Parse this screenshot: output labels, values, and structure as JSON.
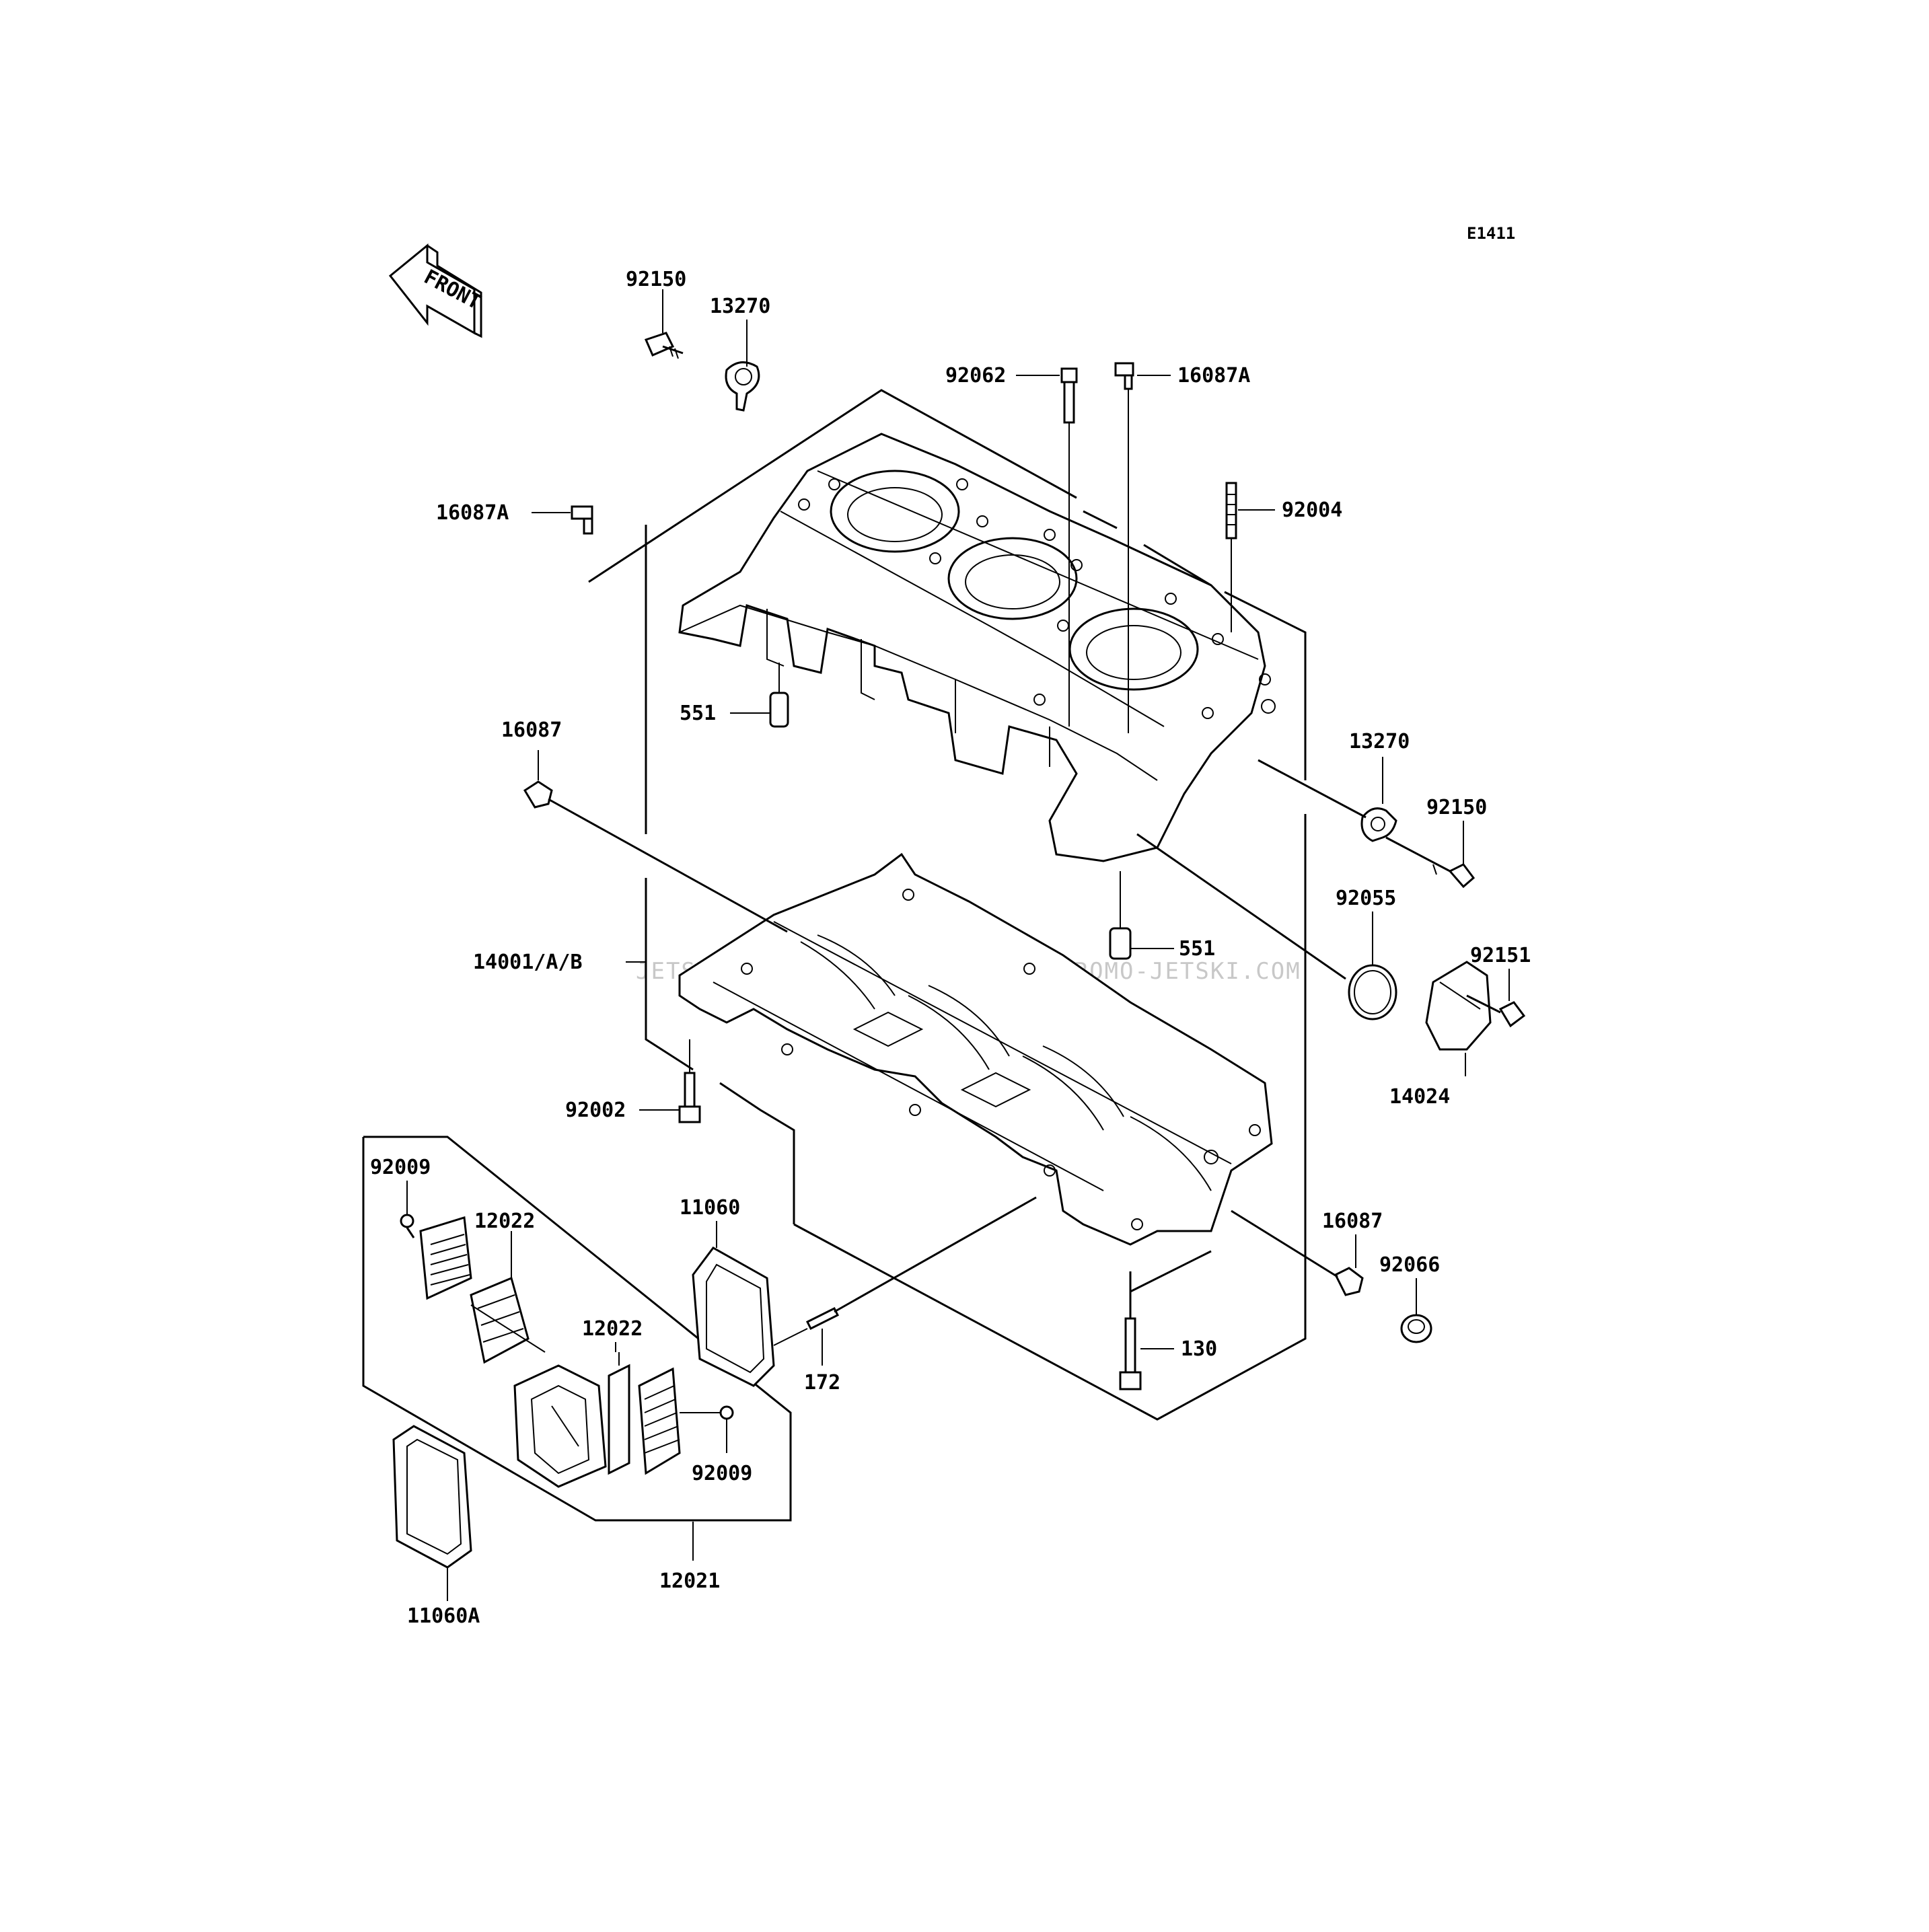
{
  "diagram": {
    "code": "E1411",
    "front_label": "FRONT",
    "watermark": "JETSKI.COM PROMO-JETSKI.COM PROMO-JETSKI.COM",
    "labels": [
      {
        "id": "92150-top",
        "text": "92150"
      },
      {
        "id": "13270-top",
        "text": "13270"
      },
      {
        "id": "92062",
        "text": "92062"
      },
      {
        "id": "16087A-top",
        "text": "16087A"
      },
      {
        "id": "16087A-left",
        "text": "16087A"
      },
      {
        "id": "92004",
        "text": "92004"
      },
      {
        "id": "551-top",
        "text": "551"
      },
      {
        "id": "16087-left",
        "text": "16087"
      },
      {
        "id": "13270-right",
        "text": "13270"
      },
      {
        "id": "92150-right",
        "text": "92150"
      },
      {
        "id": "92055",
        "text": "92055"
      },
      {
        "id": "551-mid",
        "text": "551"
      },
      {
        "id": "92151",
        "text": "92151"
      },
      {
        "id": "14001",
        "text": "14001/A/B"
      },
      {
        "id": "14024",
        "text": "14024"
      },
      {
        "id": "92002",
        "text": "92002"
      },
      {
        "id": "92009-top",
        "text": "92009"
      },
      {
        "id": "12022-top",
        "text": "12022"
      },
      {
        "id": "11060",
        "text": "11060"
      },
      {
        "id": "16087-right",
        "text": "16087"
      },
      {
        "id": "92066",
        "text": "92066"
      },
      {
        "id": "12022-mid",
        "text": "12022"
      },
      {
        "id": "172",
        "text": "172"
      },
      {
        "id": "130",
        "text": "130"
      },
      {
        "id": "92009-bottom",
        "text": "92009"
      },
      {
        "id": "12021",
        "text": "12021"
      },
      {
        "id": "11060A",
        "text": "11060A"
      }
    ]
  }
}
